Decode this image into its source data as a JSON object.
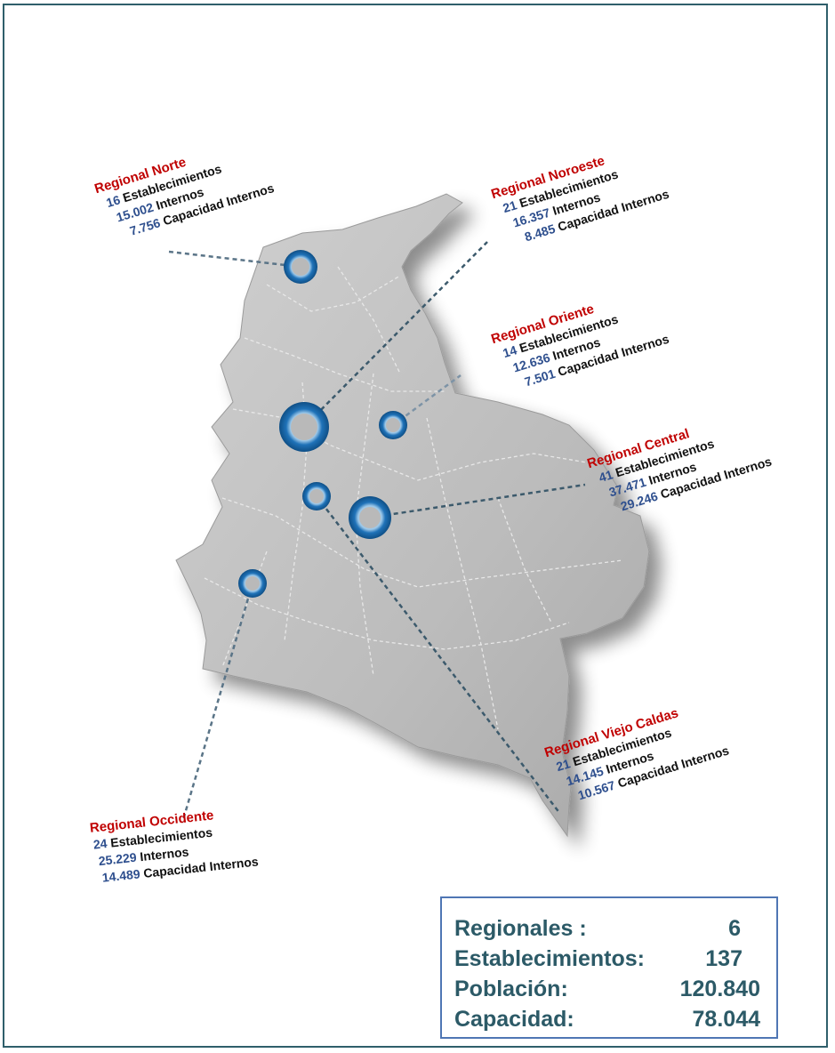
{
  "colors": {
    "region_name": "#c00000",
    "number": "#2e4f8e",
    "summary_text": "#2c5a67",
    "summary_border": "#4f76b4",
    "marker": "#1f72b8",
    "map_fill": "#bdbdbd"
  },
  "regions": [
    {
      "id": "norte",
      "name": "Regional Norte",
      "establecimientos": "16",
      "internos": "15.002",
      "capacidad": "7.756"
    },
    {
      "id": "noroeste",
      "name": "Regional Noroeste",
      "establecimientos": "21",
      "internos": "16.357",
      "capacidad": "8.485"
    },
    {
      "id": "oriente",
      "name": "Regional Oriente",
      "establecimientos": "14",
      "internos": "12.636",
      "capacidad": "7.501"
    },
    {
      "id": "central",
      "name": "Regional Central",
      "establecimientos": "41",
      "internos": "37.471",
      "capacidad": "29.246"
    },
    {
      "id": "viejo-caldas",
      "name": "Regional Viejo Caldas",
      "establecimientos": "21",
      "internos": "14.145",
      "capacidad": "10.567"
    },
    {
      "id": "occidente",
      "name": "Regional Occidente",
      "establecimientos": "24",
      "internos": "25.229",
      "capacidad": "14.489"
    }
  ],
  "labels": {
    "establecimientos": "Establecimientos",
    "internos": "Internos",
    "capacidad": "Capacidad Internos"
  },
  "summary": {
    "regionales_label": "Regionales :",
    "regionales_value": "6",
    "establecimientos_label": "Establecimientos:",
    "establecimientos_value": "137",
    "poblacion_label": "Población:",
    "poblacion_value": "120.840",
    "capacidad_label": "Capacidad:",
    "capacidad_value": "78.044"
  }
}
